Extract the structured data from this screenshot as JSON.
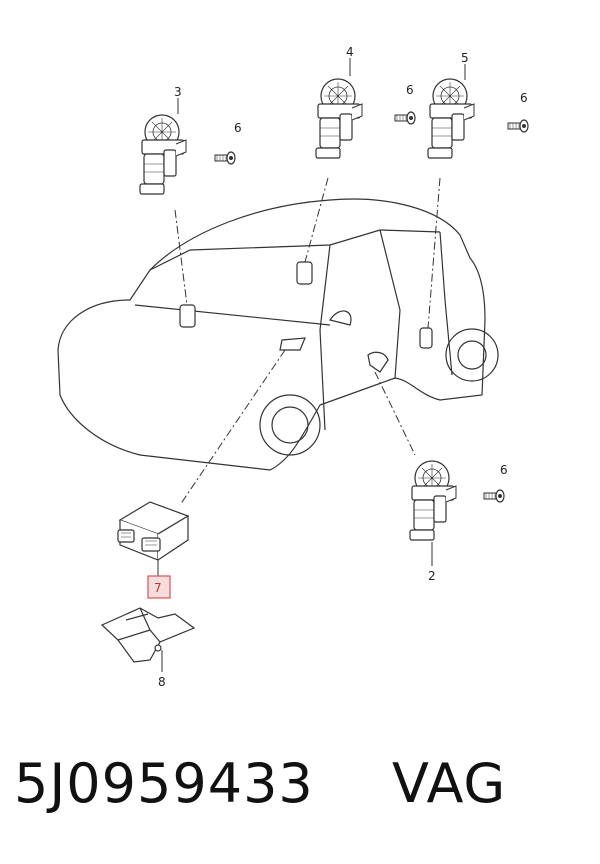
{
  "callouts": {
    "c2": "2",
    "c3": "3",
    "c4": "4",
    "c5": "5",
    "c6a": "6",
    "c6b": "6",
    "c6c": "6",
    "c6d": "6",
    "c7": "7",
    "c8": "8"
  },
  "caption": {
    "part_number": "5J0959433",
    "brand": "VAG"
  },
  "colors": {
    "line": "#333333",
    "highlight_border": "#d9534f",
    "highlight_fill": "#f6dcdc"
  }
}
